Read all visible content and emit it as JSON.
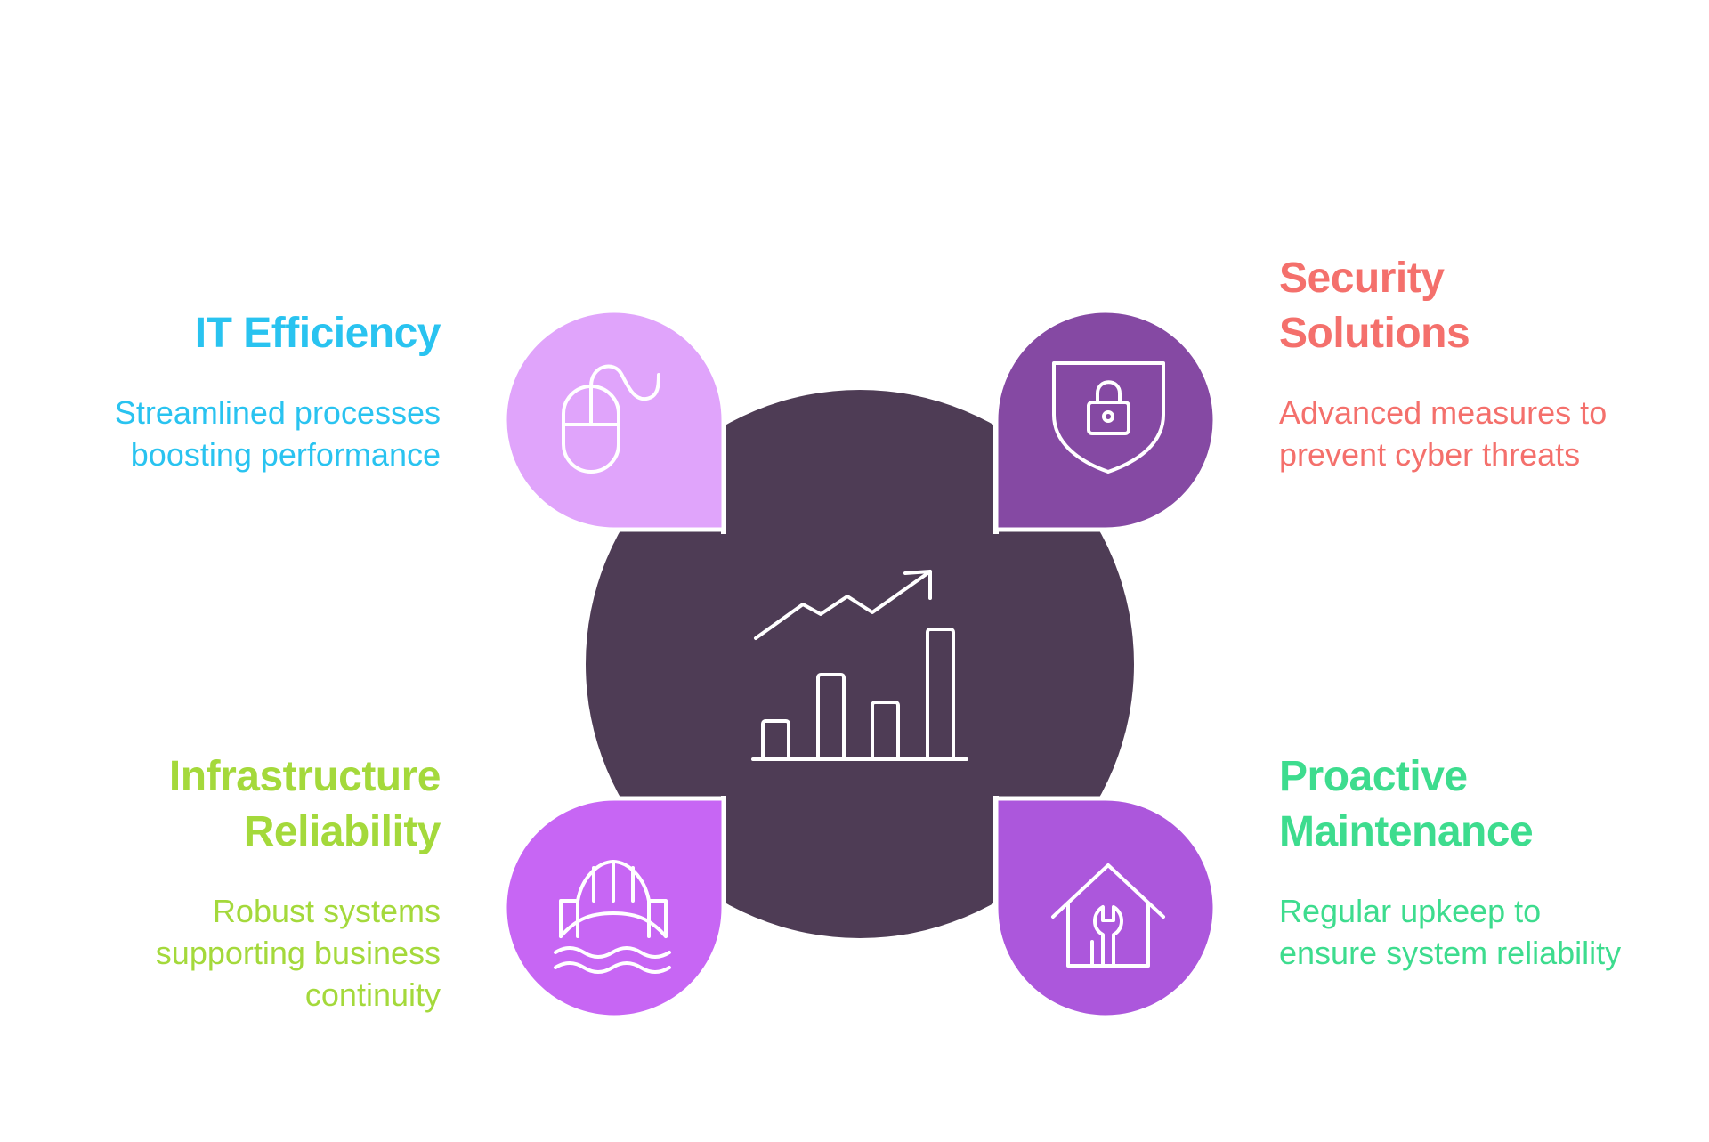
{
  "center": {
    "icon": "growth-chart-icon",
    "color": "#4e3c55"
  },
  "quadrants": [
    {
      "id": "top-left",
      "title": "IT Efficiency",
      "description": [
        "Streamlined processes",
        "boosting performance"
      ],
      "text_color": "#29c3f0",
      "shape_color": "#e0a4fb",
      "icon": "computer-mouse-icon"
    },
    {
      "id": "top-right",
      "title": [
        "Security",
        "Solutions"
      ],
      "description": [
        "Advanced measures to",
        "prevent cyber threats"
      ],
      "text_color": "#f4706c",
      "shape_color": "#8549a3",
      "icon": "shield-lock-icon"
    },
    {
      "id": "bottom-left",
      "title": [
        "Infrastructure",
        "Reliability"
      ],
      "description": [
        "Robust systems",
        "supporting business",
        "continuity"
      ],
      "text_color": "#a4d93b",
      "shape_color": "#c766f4",
      "icon": "bridge-icon"
    },
    {
      "id": "bottom-right",
      "title": [
        "Proactive",
        "Maintenance"
      ],
      "description": [
        "Regular upkeep to",
        "ensure system reliability"
      ],
      "text_color": "#3ddc8e",
      "shape_color": "#ac57dc",
      "icon": "house-wrench-icon"
    }
  ]
}
